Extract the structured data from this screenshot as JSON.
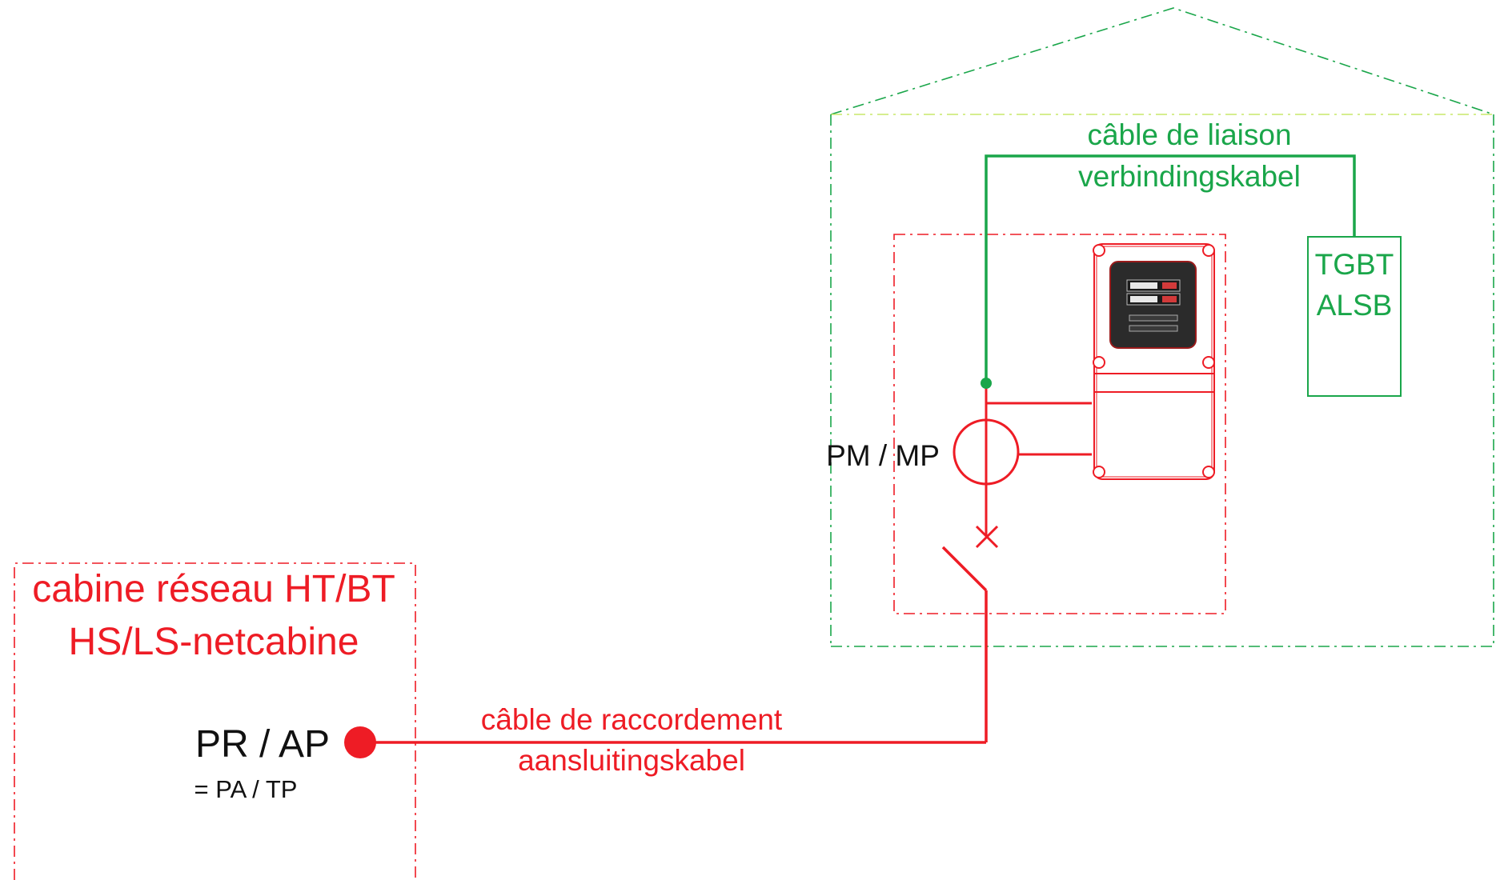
{
  "colors": {
    "network": "#ee1c25",
    "customer": "#1aa64a",
    "customer_dash": "#1aa64a",
    "black": "#111111",
    "meter_body": "#2b2b2b"
  },
  "cabin": {
    "title_fr": "cabine réseau HT/BT",
    "title_nl": "HS/LS-netcabine",
    "point_label": "PR / AP",
    "point_sublabel": "= PA / TP"
  },
  "connection_cable": {
    "label_fr": "câble de raccordement",
    "label_nl": "aansluitingskabel"
  },
  "link_cable": {
    "label_fr": "câble de liaison",
    "label_nl": "verbindingskabel"
  },
  "switchboard": {
    "line1": "TGBT",
    "line2": "ALSB"
  },
  "metering_point": {
    "label": "PM / MP"
  }
}
